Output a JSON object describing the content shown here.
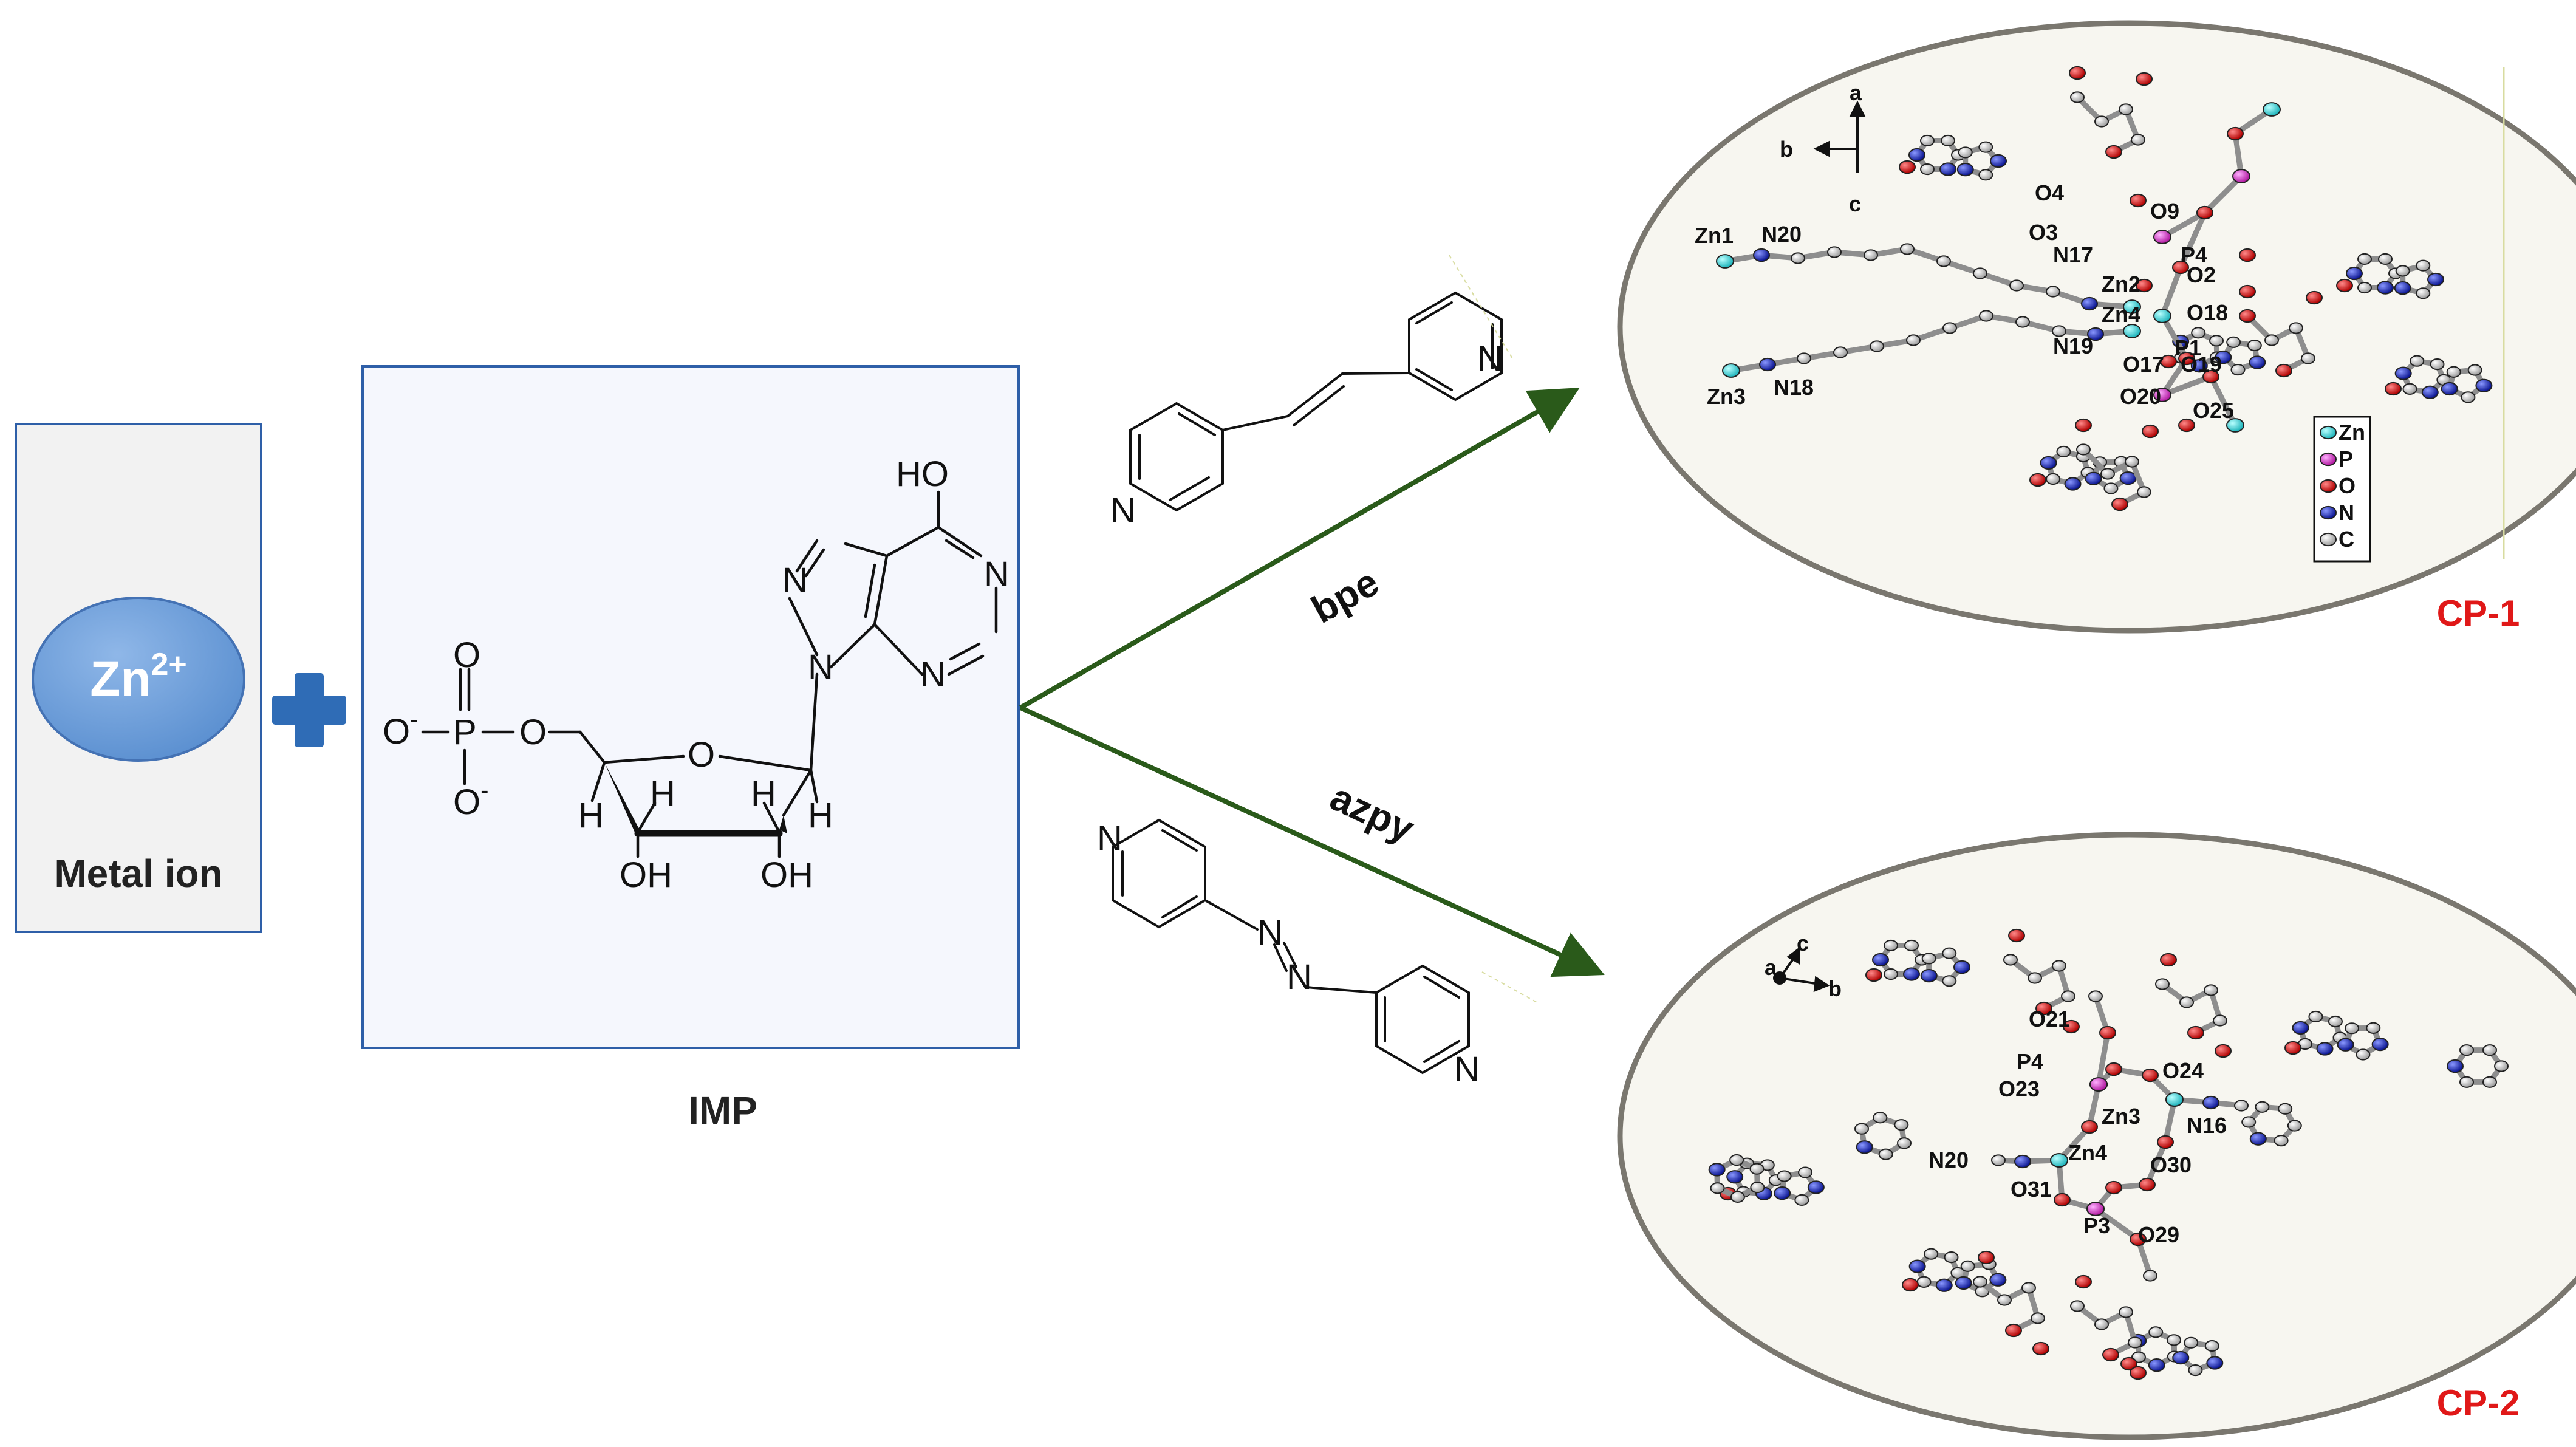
{
  "metal_box": {
    "ion_symbol": "Zn",
    "ion_charge": "2+",
    "label": "Metal ion"
  },
  "imp": {
    "name": "IMP",
    "atoms": {
      "o_top": "O",
      "o_left": "O",
      "o_charge": "-",
      "p": "P",
      "o_bottom": "O",
      "o_bottom_charge": "-",
      "o_link": "O",
      "o_ring": "O",
      "h_left": "H",
      "h_inner_left": "H",
      "h_inner_right": "H",
      "h_right": "H",
      "oh_left": "OH",
      "oh_right": "OH",
      "n9": "N",
      "n7": "N",
      "n3": "N",
      "n1": "N",
      "ho": "HO"
    }
  },
  "ligands": {
    "bpe": {
      "name": "bpe",
      "n_top": "N",
      "n_bottom": "N"
    },
    "azpy": {
      "name": "azpy",
      "n_top": "N",
      "n_bottom": "N",
      "azo_n1": "N",
      "azo_n2": "N"
    }
  },
  "colors": {
    "arrow": "#2a5a1a",
    "zn": "#29d3d9",
    "p": "#d832d0",
    "o": "#e01010",
    "n": "#1c2bd4",
    "c": "#c8c8c8",
    "product_label": "#e01818",
    "box_border": "#2e5fa8",
    "ellipse_bg": "#f7f6f0"
  },
  "cp1": {
    "label": "CP-1",
    "axes": {
      "a": "a",
      "b": "b",
      "c": "c"
    },
    "atoms": [
      "Zn1",
      "N20",
      "N17",
      "Zn2",
      "Zn4",
      "N19",
      "Zn3",
      "N18",
      "O3",
      "O4",
      "O9",
      "P4",
      "O2",
      "O18",
      "O17",
      "P1",
      "O19",
      "O20",
      "O25"
    ],
    "legend": [
      "Zn",
      "P",
      "O",
      "N",
      "C"
    ]
  },
  "cp2": {
    "label": "CP-2",
    "axes": {
      "a": "a",
      "b": "b",
      "c": "c"
    },
    "atoms": [
      "O21",
      "P4",
      "O24",
      "O23",
      "Zn3",
      "N16",
      "N20",
      "Zn4",
      "O30",
      "O31",
      "P3",
      "O29"
    ]
  }
}
